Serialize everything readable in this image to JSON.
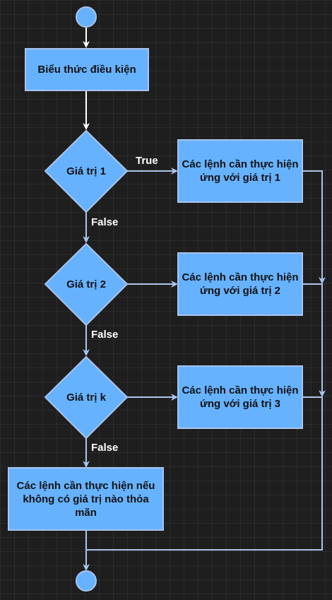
{
  "colors": {
    "background": "#1e1e1e",
    "node_fill": "#66b2ff",
    "node_stroke": "#a9c4eb",
    "edge": "#a9c4eb",
    "edge_primary": "#ffffff",
    "label_text": "#ffffff"
  },
  "nodes": {
    "start": {
      "shape": "circle"
    },
    "expression": {
      "text": "Biểu thức điều kiện"
    },
    "value1": {
      "text": "Giá trị 1"
    },
    "value2": {
      "text": "Giá trị 2"
    },
    "valuek": {
      "text": "Giá trị k"
    },
    "action1": {
      "text": "Các lệnh cần thực hiện ứng với giá trị 1"
    },
    "action2": {
      "text": "Các lệnh cần thực hiện ứng với giá trị 2"
    },
    "action3": {
      "text": "Các lệnh cần thực hiện ứng với giá trị 3"
    },
    "default": {
      "text": "Các lệnh cần thực hiện nếu không có giá trị nào thỏa mãn"
    },
    "end": {
      "shape": "circle"
    }
  },
  "edge_labels": {
    "true1": "True",
    "false1": "False",
    "false2": "False",
    "false3": "False"
  }
}
